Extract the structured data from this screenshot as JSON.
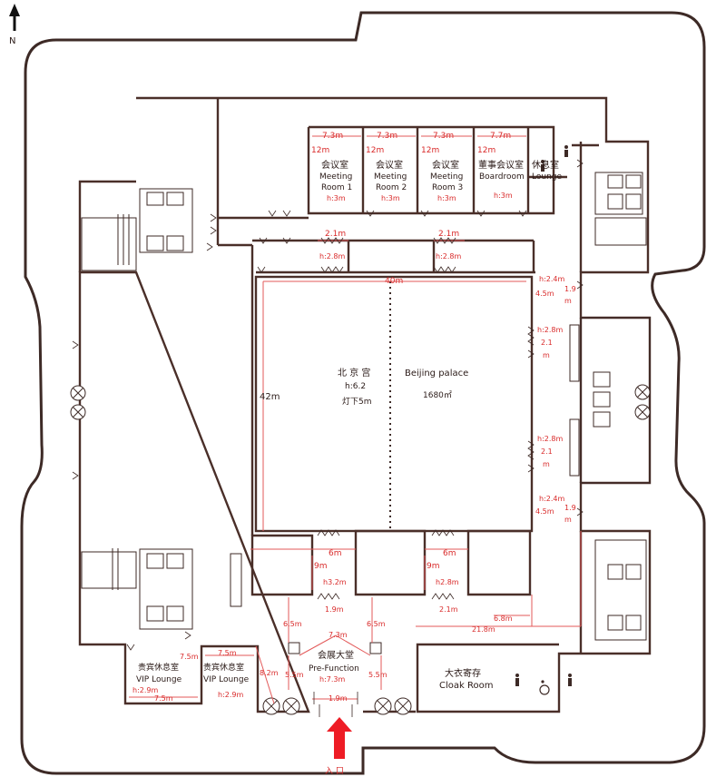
{
  "north": "N",
  "entrance": "入  口",
  "rooms": {
    "meeting1": {
      "cn": "会议室",
      "en1": "Meeting",
      "en2": "Room 1",
      "h": "h:3m",
      "w": "7.3m",
      "d": "12m"
    },
    "meeting2": {
      "cn": "会议室",
      "en1": "Meeting",
      "en2": "Room 2",
      "h": "h:3m",
      "w": "7.3m",
      "d": "12m"
    },
    "meeting3": {
      "cn": "会议室",
      "en1": "Meeting",
      "en2": "Room 3",
      "h": "h:3m",
      "w": "7.3m",
      "d": "12m"
    },
    "boardroom": {
      "cn": "董事会议室",
      "en1": "Boardroom",
      "h": "h:3m",
      "w": "7.7m",
      "d": "12m"
    },
    "lounge": {
      "cn": "休息室",
      "en": "Lounge"
    },
    "ballroom": {
      "cn": "北 京 宫",
      "en": "Beijing palace",
      "h": "h:6.2",
      "h2": "灯下5m",
      "area": "1680㎡",
      "width": "40m",
      "depth": "42m"
    },
    "prefunction": {
      "cn": "会展大堂",
      "en": "Pre-Function",
      "h": "h:7.3m",
      "w": "7.3m",
      "door": "1.9m"
    },
    "vip1": {
      "cn": "贵宾休息室",
      "en": "VIP Lounge",
      "h": "h:2.9m",
      "w": "7.5m",
      "d": "7.5m"
    },
    "vip2": {
      "cn": "贵宾休息室",
      "en": "VIP Lounge",
      "h": "h:2.9m",
      "w": "7.5m",
      "d": "8.2m"
    },
    "cloak": {
      "cn": "大衣寄存",
      "en": "Cloak Room"
    }
  },
  "dims": {
    "corr_top_l_w": "2.1m",
    "corr_top_l_h": "h:2.8m",
    "corr_top_r_w": "2.1m",
    "corr_top_r_h": "h:2.8m",
    "east_top_h": "h:2.4m",
    "east_top_w": "1.9",
    "east_top_m": "m",
    "east_top_gap": "4.5m",
    "east_door1_h": "h:2.8m",
    "east_door1_w": "2.1",
    "east_door1_m": "m",
    "east_door2_h": "h:2.8m",
    "east_door2_w": "2.1",
    "east_door2_m": "m",
    "east_bot_h": "h:2.4m",
    "east_bot_w": "1.9",
    "east_bot_m": "m",
    "east_bot_gap": "4.5m",
    "foyer_l_w": "6m",
    "foyer_l_d": "9m",
    "foyer_l_h": "h3.2m",
    "foyer_l_door": "1.9m",
    "foyer_r_w": "6m",
    "foyer_r_d": "9m",
    "foyer_r_h": "h2.8m",
    "foyer_r_door": "2.1m",
    "pf_l_up": "6.5m",
    "pf_l_dn": "5.5m",
    "pf_r_up": "6.5m",
    "pf_r_dn": "5.5m",
    "cloak_w1": "6.8m",
    "cloak_w2": "21.8m"
  }
}
